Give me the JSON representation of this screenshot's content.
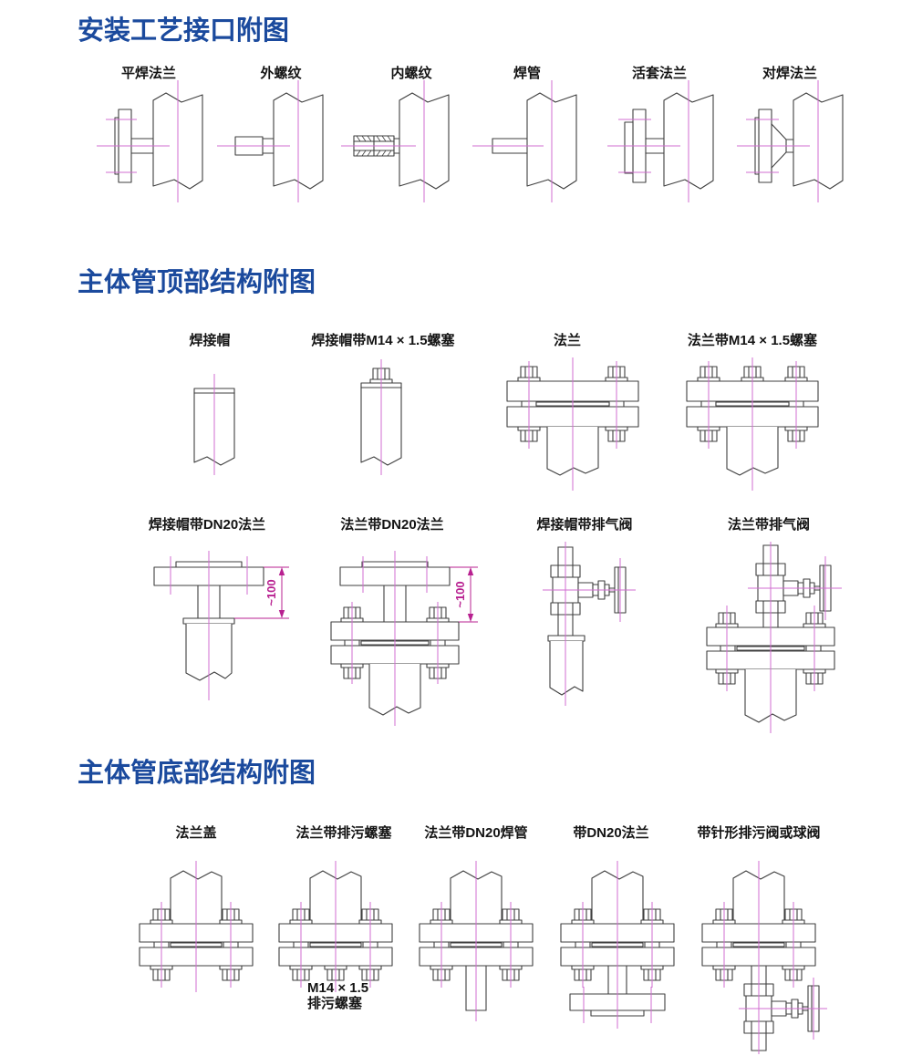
{
  "colors": {
    "title_blue": "#1b4a9d",
    "drawing_line": "#3f3f3f",
    "centerline_magenta": "#d06ed0",
    "dimension_magenta": "#b82090",
    "label_black": "#141414",
    "background": "#ffffff"
  },
  "sections": {
    "install": {
      "title": "安装工艺接口附图",
      "figures": [
        {
          "label": "平焊法兰"
        },
        {
          "label": "外螺纹"
        },
        {
          "label": "内螺纹"
        },
        {
          "label": "焊管"
        },
        {
          "label": "活套法兰"
        },
        {
          "label": "对焊法兰"
        }
      ]
    },
    "top": {
      "title": "主体管顶部结构附图",
      "row1": [
        {
          "label": "焊接帽"
        },
        {
          "label": "焊接帽带M14 × 1.5螺塞"
        },
        {
          "label": "法兰"
        },
        {
          "label": "法兰带M14 × 1.5螺塞"
        }
      ],
      "row2": [
        {
          "label": "焊接帽带DN20法兰"
        },
        {
          "label": "法兰带DN20法兰"
        },
        {
          "label": "焊接帽带排气阀"
        },
        {
          "label": "法兰带排气阀"
        }
      ],
      "dimension_label": "~100"
    },
    "bottom": {
      "title": "主体管底部结构附图",
      "figures": [
        {
          "label": "法兰盖"
        },
        {
          "label": "法兰带排污螺塞"
        },
        {
          "label": "法兰带DN20焊管"
        },
        {
          "label": "带DN20法兰"
        },
        {
          "label": "带针形排污阀或球阀"
        }
      ],
      "plug_note_line1": "M14 × 1.5",
      "plug_note_line2": "排污螺塞"
    }
  }
}
